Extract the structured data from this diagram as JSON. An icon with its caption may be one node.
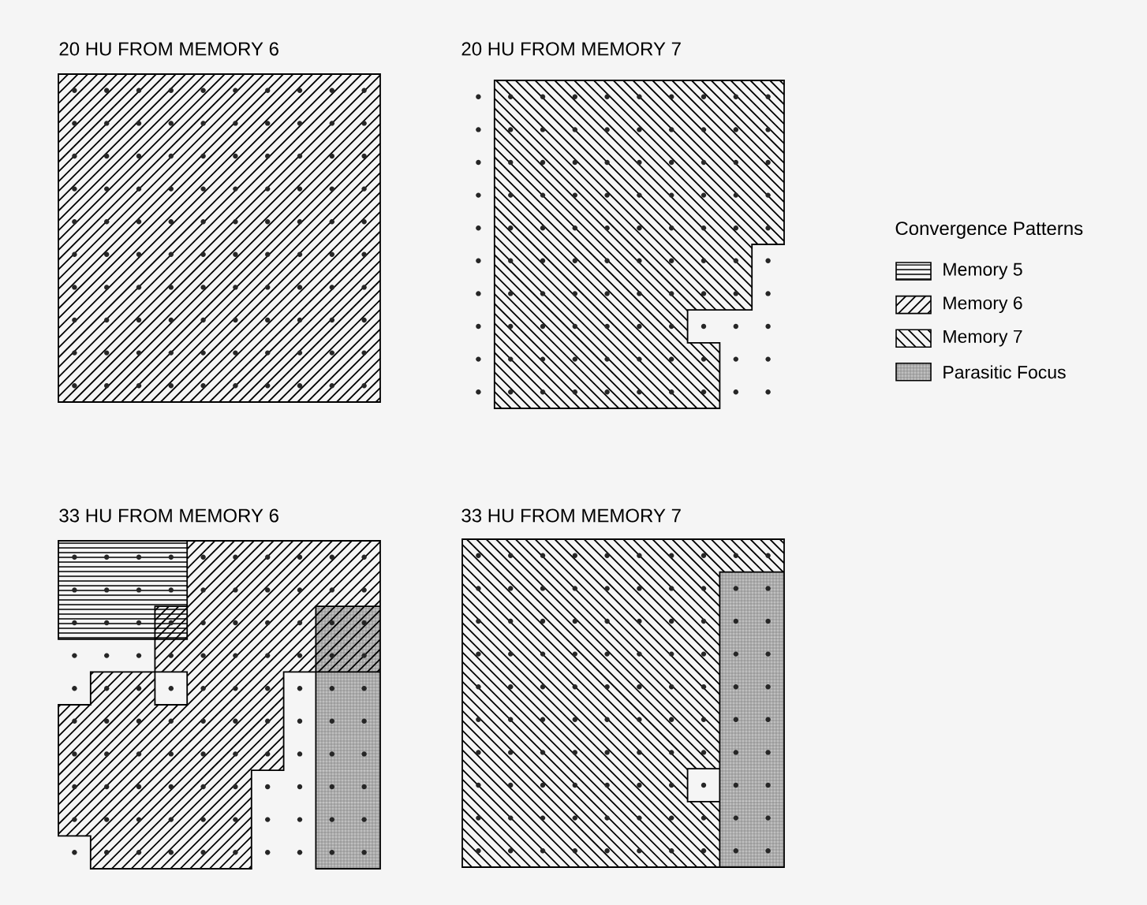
{
  "diagram": {
    "labels": [
      "20 HU FROM MEMORY 6",
      "20 HU FROM MEMORY 7",
      "Convergence Patterns",
      "33 HU FROM MEMORY 6",
      "33 HU FROM MEMORY 7"
    ],
    "legend": [
      {
        "text": "Memory 5"
      },
      {
        "text": "Memory 6"
      },
      {
        "text": "Memory 7"
      },
      {
        "text": "Parasitic Focus"
      }
    ]
  }
}
